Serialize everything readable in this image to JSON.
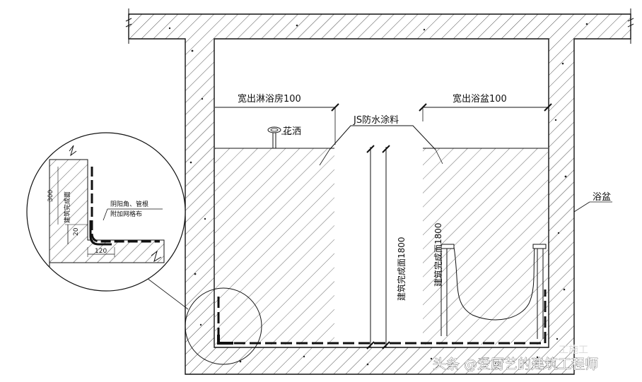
{
  "labels": {
    "left_offset": "宽出淋浴房100",
    "right_offset": "宽出浴盆100",
    "coating": "JS防水涂料",
    "shower": "花洒",
    "bathtub": "浴盆",
    "height_left": "建筑完成面1800",
    "height_right": "建筑完成面1800"
  },
  "detail": {
    "note_line1": "阴阳角、管根",
    "note_line2": "附加网格布",
    "dim_height": "20",
    "dim_width": "120",
    "dim_wall": "300",
    "dim_wall_label": "建筑完成面"
  },
  "watermark": {
    "text": "头条 @爱厨艺的建筑工程师",
    "badge": "工施工"
  },
  "colors": {
    "line": "#111111",
    "background": "#ffffff"
  }
}
